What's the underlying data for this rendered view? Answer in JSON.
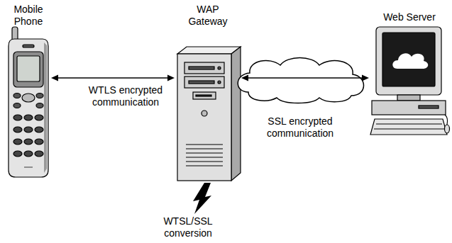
{
  "diagram": {
    "nodes": [
      {
        "text": [
          "Mobile Phone"
        ]
      },
      {
        "text": [
          "WAP Gateway"
        ]
      },
      {
        "text": [
          "Web Server"
        ]
      }
    ],
    "edges": [
      {
        "from": 0,
        "to": 1,
        "arrow": "both",
        "label": "WTLS encrypted communication"
      },
      {
        "from": 1,
        "to": 2,
        "arrow": "both",
        "label": "SSL encrypted communication"
      }
    ],
    "labels": [
      "WTSL/SSL conversion"
    ]
  }
}
